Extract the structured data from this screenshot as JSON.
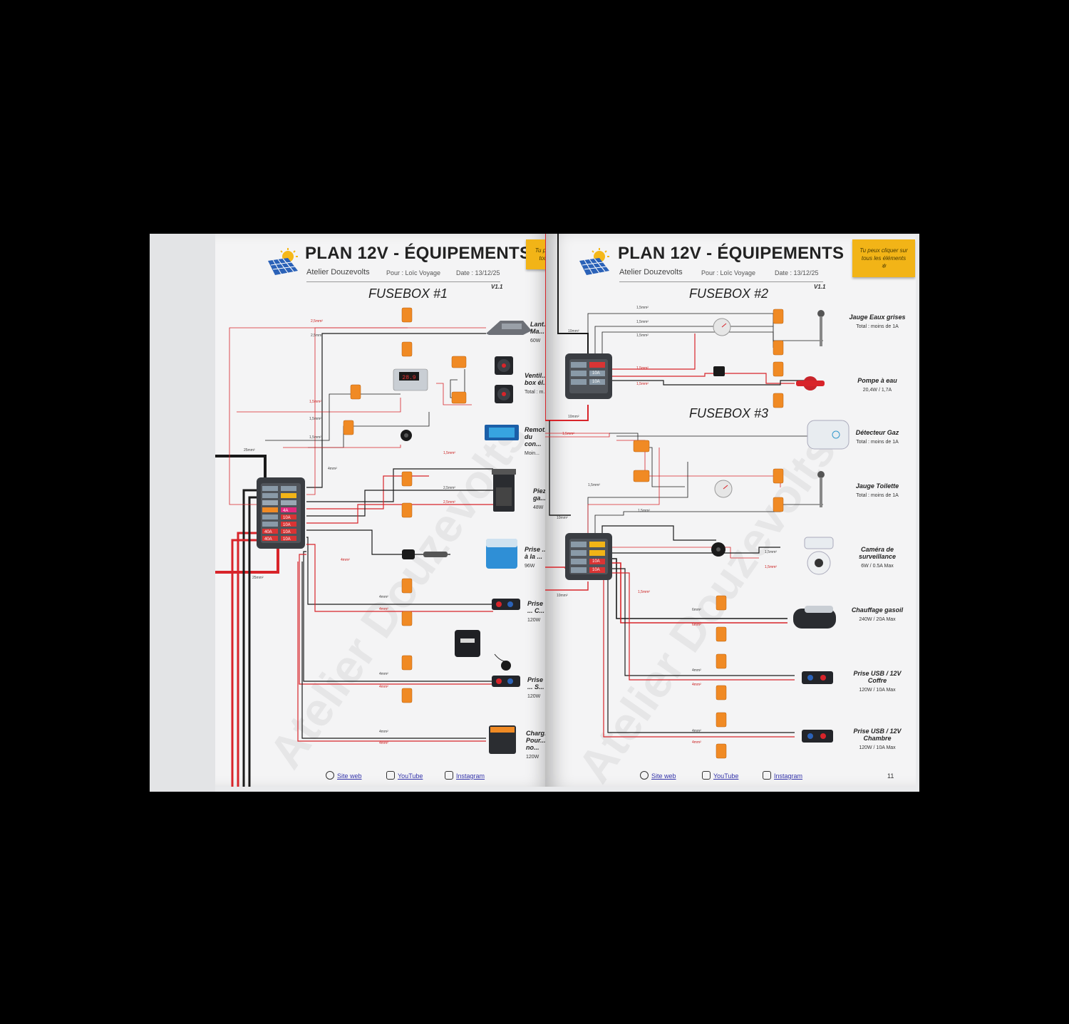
{
  "header": {
    "title": "PLAN 12V - ÉQUIPEMENTS",
    "company": "Atelier Douzevolts",
    "for_label": "Pour : Loïc Voyage",
    "date_label": "Date : 13/12/25",
    "version": "V1.1"
  },
  "note": "Tu peux cliquer sur tous les éléments",
  "watermark": "Atelier Douzevolts",
  "left_page": {
    "fusebox_title": "FUSEBOX #1",
    "note_partial": "Tu pe... tous",
    "equipment": [
      {
        "name": "Lant... Ma...",
        "detail": "60W"
      },
      {
        "name": "Ventil... box él...",
        "detail": "Total : m..."
      },
      {
        "name": "Remot... du con...",
        "detail": "Moin..."
      },
      {
        "name": "Piez... ga...",
        "detail": "48W"
      },
      {
        "name": "Prise ... à la ...",
        "detail": "96W"
      },
      {
        "name": "Prise ... C...",
        "detail": "120W"
      },
      {
        "name": "Prise ... S...",
        "detail": "120W"
      },
      {
        "name": "Charg... Pour... no...",
        "detail": "120W"
      }
    ],
    "fuses": [
      "4A",
      "10A",
      "10A",
      "10A",
      "10A",
      "40A",
      "40A"
    ],
    "wire_labels": [
      "2,5mm²",
      "2,5mm²",
      "1,5mm²",
      "1,5mm²",
      "1,5mm²",
      "1,5mm²",
      "4mm²",
      "2,5mm²",
      "2,5mm²",
      "25mm²",
      "25mm²",
      "4mm²",
      "4mm²",
      "4mm²",
      "4mm²",
      "4mm²",
      "4mm²",
      "4mm²"
    ],
    "display_value": "28.9"
  },
  "right_page": {
    "fusebox2_title": "FUSEBOX #2",
    "fusebox3_title": "FUSEBOX #3",
    "equipment": [
      {
        "name": "Jauge Eaux grises",
        "detail": "Total : moins de 1A"
      },
      {
        "name": "Pompe à eau",
        "detail": "20,4W / 1,7A"
      },
      {
        "name": "Détecteur Gaz",
        "detail": "Total : moins de 1A"
      },
      {
        "name": "Jauge Toilette",
        "detail": "Total : moins de 1A"
      },
      {
        "name": "Caméra de surveillance",
        "detail": "6W / 0.5A Max"
      },
      {
        "name": "Chauffage gasoil",
        "detail": "240W / 20A Max"
      },
      {
        "name": "Prise USB / 12V Coffre",
        "detail": "120W / 10A Max"
      },
      {
        "name": "Prise USB / 12V Chambre",
        "detail": "120W / 10A Max"
      }
    ],
    "fuses2": [
      "10A",
      "10A"
    ],
    "fuses3": [
      "10A",
      "10A"
    ],
    "wire_labels": [
      "1,5mm²",
      "1,5mm²",
      "1,5mm²",
      "1,5mm²",
      "1,5mm²",
      "10mm²",
      "10mm²",
      "1,5mm²",
      "1,5mm²",
      "1,5mm²",
      "10mm²",
      "1,5mm²",
      "1,5mm²",
      "10mm²",
      "1,5mm²",
      "6mm²",
      "6mm²",
      "4mm²",
      "4mm²",
      "4mm²",
      "4mm²"
    ],
    "page_number": "11"
  },
  "footer": {
    "site": "Site web",
    "youtube": "YouTube",
    "instagram": "Instagram"
  },
  "colors": {
    "background": "#000000",
    "page": "#f4f4f5",
    "accent_yellow": "#f2b417",
    "wire_red": "#d8242a",
    "wire_black": "#1a1a1a",
    "connector_orange": "#f08a24",
    "fuse_red": "#d93434",
    "fuse_pink": "#e2287c"
  }
}
